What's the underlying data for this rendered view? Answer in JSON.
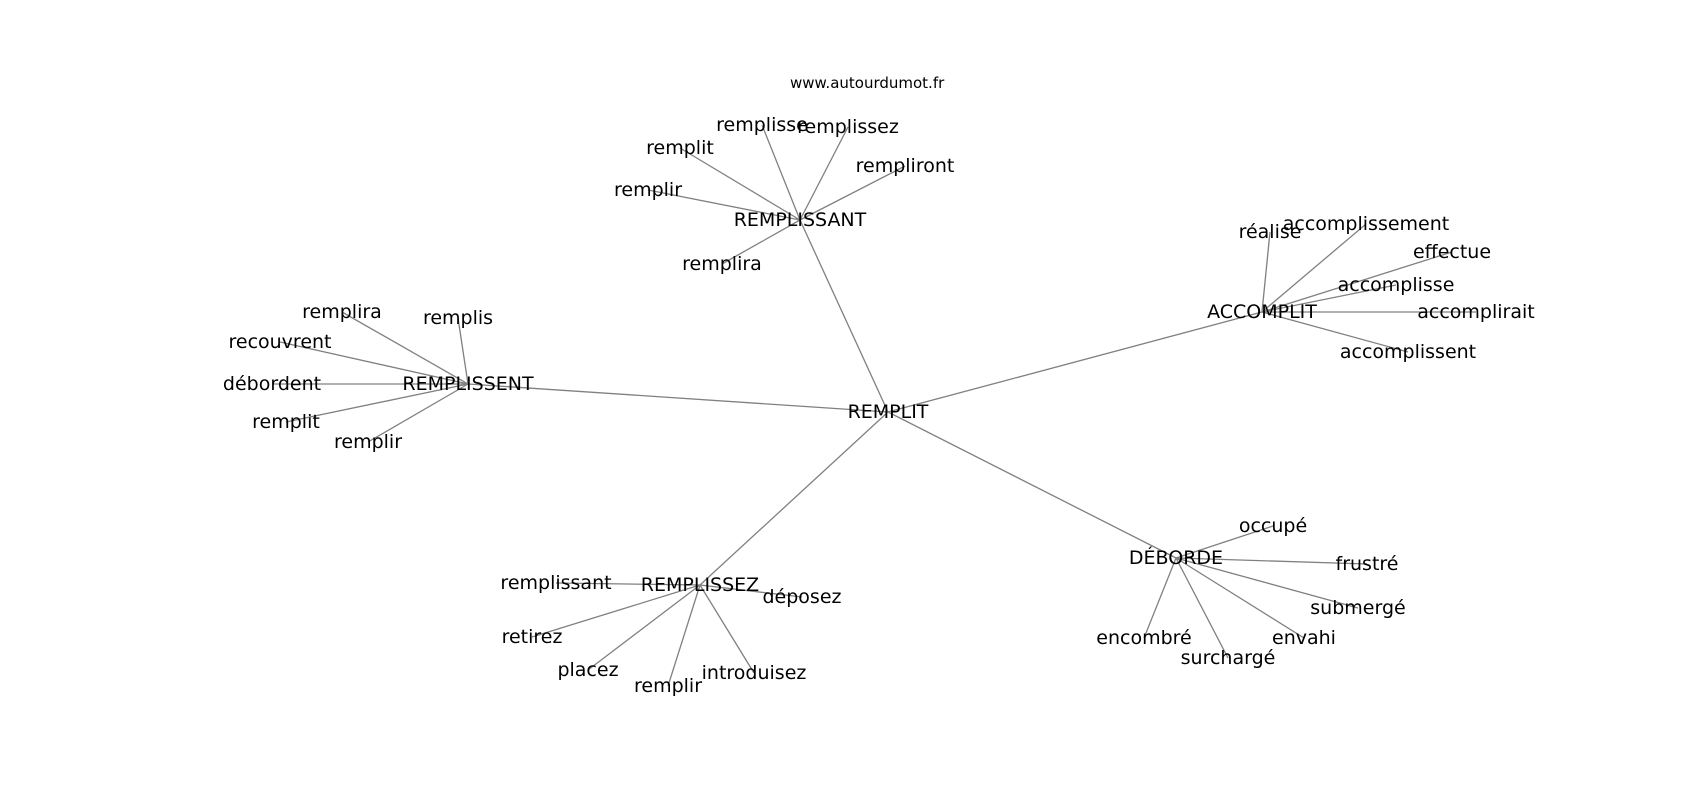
{
  "watermark": "www.autourdumot.fr",
  "graph": {
    "center": "REMPLIT",
    "groups": [
      {
        "hub": "REMPLISSANT",
        "leaves": [
          "remplisse",
          "remplissez",
          "remplit",
          "rempliront",
          "remplir",
          "remplira"
        ]
      },
      {
        "hub": "ACCOMPLIT",
        "leaves": [
          "réalise",
          "accomplissement",
          "effectue",
          "accomplisse",
          "accomplirait",
          "accomplissent"
        ]
      },
      {
        "hub": "REMPLISSENT",
        "leaves": [
          "remplira",
          "remplis",
          "recouvrent",
          "débordent",
          "remplit",
          "remplir"
        ]
      },
      {
        "hub": "DÉBORDE",
        "leaves": [
          "occupé",
          "frustré",
          "submergé",
          "envahi",
          "encombré",
          "surchargé"
        ]
      },
      {
        "hub": "REMPLISSEZ",
        "leaves": [
          "remplissant",
          "déposez",
          "retirez",
          "placez",
          "remplir",
          "introduisez"
        ]
      }
    ]
  }
}
